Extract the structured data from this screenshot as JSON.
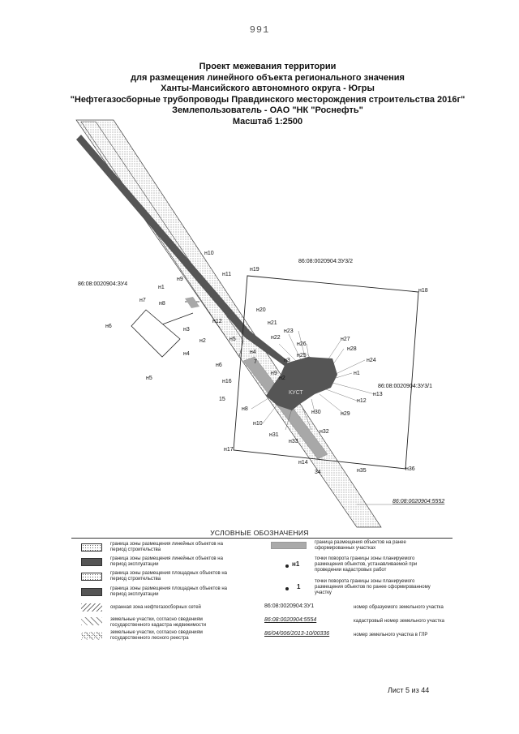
{
  "page_number": "991",
  "title_lines": [
    "Проект межевания территории",
    "для размещения линейного объекта регионального значения",
    "Ханты-Мансийского автономного округа - Югры",
    "\"Нефтегазосборные трубопроводы Правдинского месторождения строительства 2016г\"",
    "Землепользователь - ОАО \"НК \"Роснефть\"",
    "Масштаб 1:2500"
  ],
  "parcels": {
    "zu4": "86:08:0020904:ЗУ4",
    "zu3_2": "86:08:0020904:ЗУ3/2",
    "zu3_1": "86:08:0020904:ЗУ3/1",
    "cad_5552": "86:08:0020904:5552"
  },
  "points": {
    "n1a": "н1",
    "n2a": "н2",
    "n3a": "н3",
    "n4a": "н4",
    "n5a": "н5",
    "n6a": "н6",
    "n7a": "н7",
    "n8a": "н8",
    "n9a": "н9",
    "n10": "н10",
    "n11": "н11",
    "n12": "н12",
    "n5b": "н5",
    "n6b": "н6",
    "n16": "н16",
    "n4b": "н4",
    "n19": "н19",
    "n18": "н18",
    "n20": "н20",
    "n21": "н21",
    "n22": "н22",
    "n23": "н23",
    "n26": "н26",
    "n25": "н25",
    "n27": "н27",
    "n28": "н28",
    "n24": "н24",
    "n1b": "н1",
    "n3b": "н3",
    "n7b": "7",
    "n9b": "н9",
    "n2b": "н2",
    "n13": "н13",
    "n12b": "н12",
    "n8b": "н8",
    "n15": "15",
    "n10b": "н10",
    "n30": "н30",
    "n29": "н29",
    "n31": "н31",
    "n32": "н32",
    "n33": "н33",
    "n17": "н17",
    "n14": "н14",
    "n34": "34",
    "n35": "н35",
    "n36": "н36",
    "kust": "КУСТ"
  },
  "legend": {
    "title": "УСЛОВНЫЕ ОБОЗНАЧЕНИЯ",
    "left_items": [
      "граница зоны размещения линейных объектов на период строительства",
      "граница зоны размещения линейных объектов на период эксплуатации",
      "граница зоны размещения площадных объектов на период строительства",
      "граница зоны размещения площадных объектов на период эксплуатации",
      "охранная зона нефтегазосборных сетей",
      "земельные участки, согласно сведениям государственного кадастра недвижимости",
      "земельные участки, согласно сведениям государственного лесного реестра"
    ],
    "right_items": [
      "граница размещения объектов на ранее сформированных участках",
      "точки поворота границы зоны планируемого размещения объектов, устанавливаемой при проведении кадастровых работ",
      "точки поворота границы зоны планируемого размещения объектов по ранее сформированному участку"
    ],
    "marker_n1": "н1",
    "marker_1": "1",
    "codes": [
      {
        "code": "86:08:0020904:ЗУ1",
        "desc": "номер образуемого земельного участка"
      },
      {
        "code": "86:08:0020904:5554",
        "desc": "кадастровый номер земельного участка"
      },
      {
        "code": "86/04/006/2013-10/00336",
        "desc": "номер земельного участка в ГЛР"
      }
    ]
  },
  "sheet": "Лист 5 из 44",
  "colors": {
    "pipe_dark": "#555555",
    "well_pad": "#555555",
    "prior_parcel": "#a8a8a8",
    "line": "#222222"
  }
}
